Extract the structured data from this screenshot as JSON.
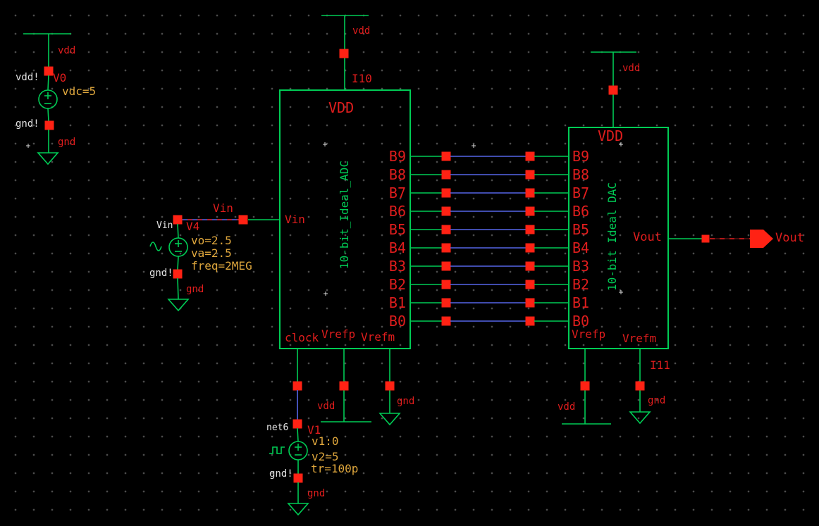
{
  "colors": {
    "background": "#000000",
    "wire_green": "#00cc55",
    "bus_blue": "#5566e8",
    "pin_red": "#ff2214",
    "label_red": "#e01d1d",
    "property_orange": "#dfa73d",
    "net_white": "#e4e4e4"
  },
  "v0": {
    "rail_top": "vdd",
    "net_top": "vdd!",
    "instance": "V0",
    "property_vdc": "vdc=5",
    "net_bottom": "gnd!",
    "rail_bottom": "gnd"
  },
  "v4": {
    "wire_net": "Vin",
    "net_top": "Vin",
    "instance": "V4",
    "property_vo": "vo=2.5",
    "property_va": "va=2.5",
    "property_freq": "freq=2MEG",
    "net_bottom": "gnd!",
    "rail_bottom": "gnd"
  },
  "v1": {
    "net_top": "net6",
    "instance": "V1",
    "property_v1": "v1:0",
    "property_v2": "v2=5",
    "property_tr": "tr=100p",
    "net_bottom": "gnd!",
    "rail_bottom": "gnd"
  },
  "adc": {
    "instance": "I10",
    "rail_top": "vdd",
    "title": "10-bit_Ideal_ADC",
    "pin_vdd": "VDD",
    "pin_vin": "Vin",
    "pin_clock": "clock",
    "pin_vrefp": "Vrefp",
    "pin_vrefm": "Vrefm",
    "rail_vrefp": "vdd",
    "rail_vrefm": "gnd"
  },
  "dac": {
    "instance": "I11",
    "rail_top": "vdd",
    "title": "10-bit Ideal DAC",
    "pin_vdd": "VDD",
    "pin_vout": "Vout",
    "pin_vrefp": "Vrefp",
    "pin_vrefm": "Vrefm",
    "rail_vrefp": "vdd",
    "rail_vrefm": "gnd"
  },
  "bus": {
    "bits": [
      "B9",
      "B8",
      "B7",
      "B6",
      "B5",
      "B4",
      "B3",
      "B2",
      "B1",
      "B0"
    ]
  },
  "output_port": {
    "label": "Vout"
  }
}
